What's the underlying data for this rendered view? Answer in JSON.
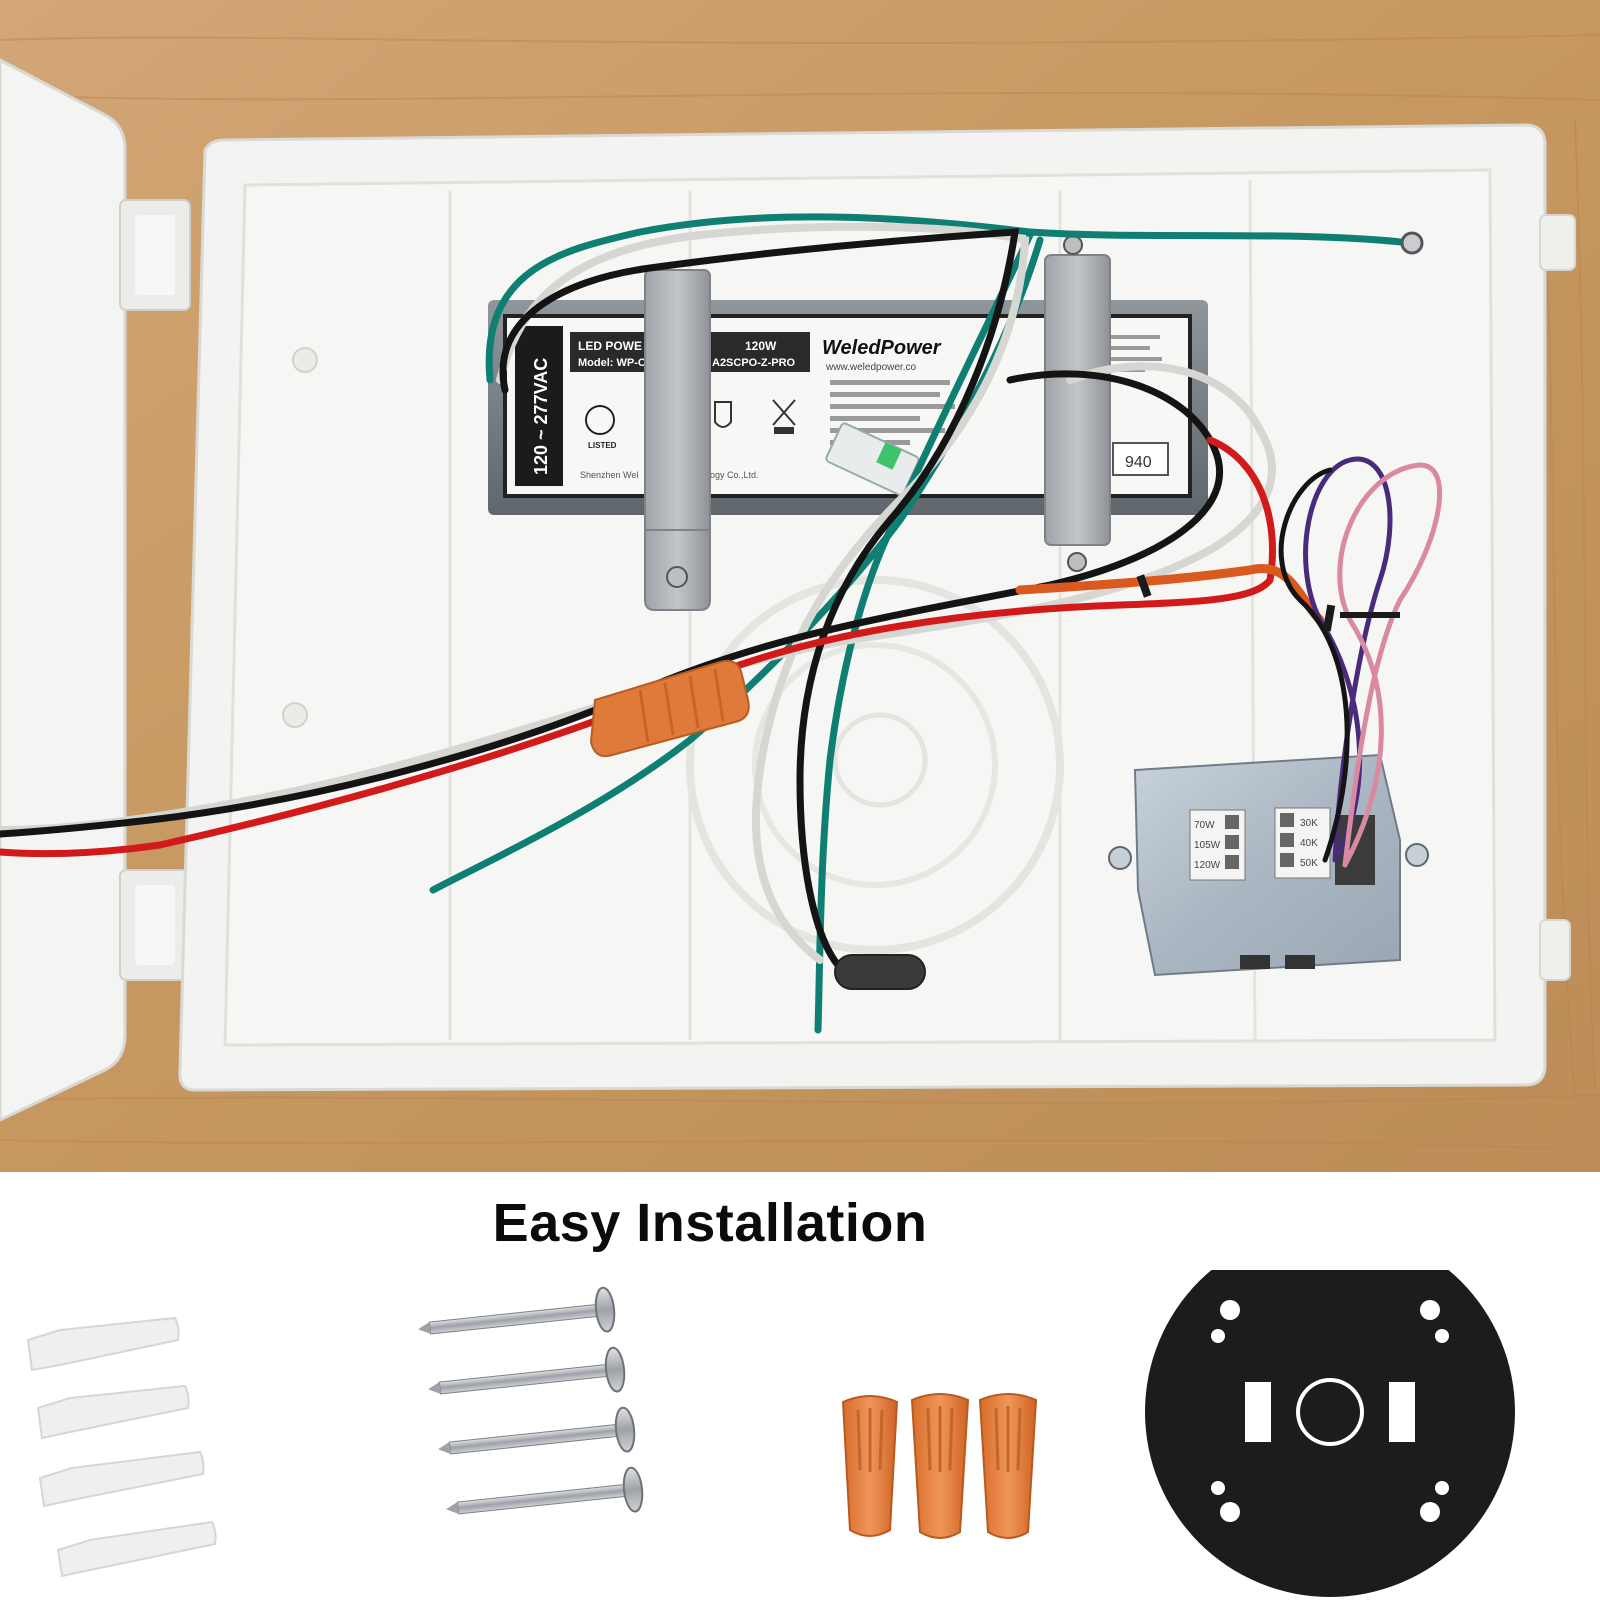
{
  "photo": {
    "driver_label": {
      "voltage": "120 ~ 277VAC",
      "title": "LED POWE",
      "title_tail": "120W",
      "model_prefix": "Model: WP-C",
      "model_tail": "A2SCPO-Z-PRO",
      "brand": "WeledPower",
      "website": "www.weledpower.co",
      "manufacturer": "Shenzhen Wel",
      "manufacturer_tail": "nology Co.,Ltd.",
      "code": "940",
      "listed_mark": "LISTED"
    },
    "switch_box": {
      "power_settings": [
        "70W",
        "105W",
        "120W"
      ],
      "cct_settings": [
        "30K",
        "40K",
        "50K"
      ]
    },
    "colors": {
      "wood": "#c79a68",
      "enclosure": "#f2f2ef",
      "wire_green": "#0f7f74",
      "wire_black": "#141414",
      "wire_white": "#d6d6d2",
      "wire_red": "#d21a1a",
      "wire_purple": "#4a2a7a",
      "wire_pink": "#d98aa0",
      "wire_nut": "#e07a3a"
    }
  },
  "heading": "Easy Installation",
  "accessories": {
    "items": [
      "wall-anchors",
      "screws",
      "wire-nuts",
      "mounting-gasket"
    ],
    "anchor_count": 4,
    "screw_count": 4,
    "wire_nut_count": 3,
    "colors": {
      "anchor": "#eef0ee",
      "screw": "#b9bcc0",
      "wire_nut": "#e8843d",
      "gasket": "#1c1c1c"
    }
  }
}
